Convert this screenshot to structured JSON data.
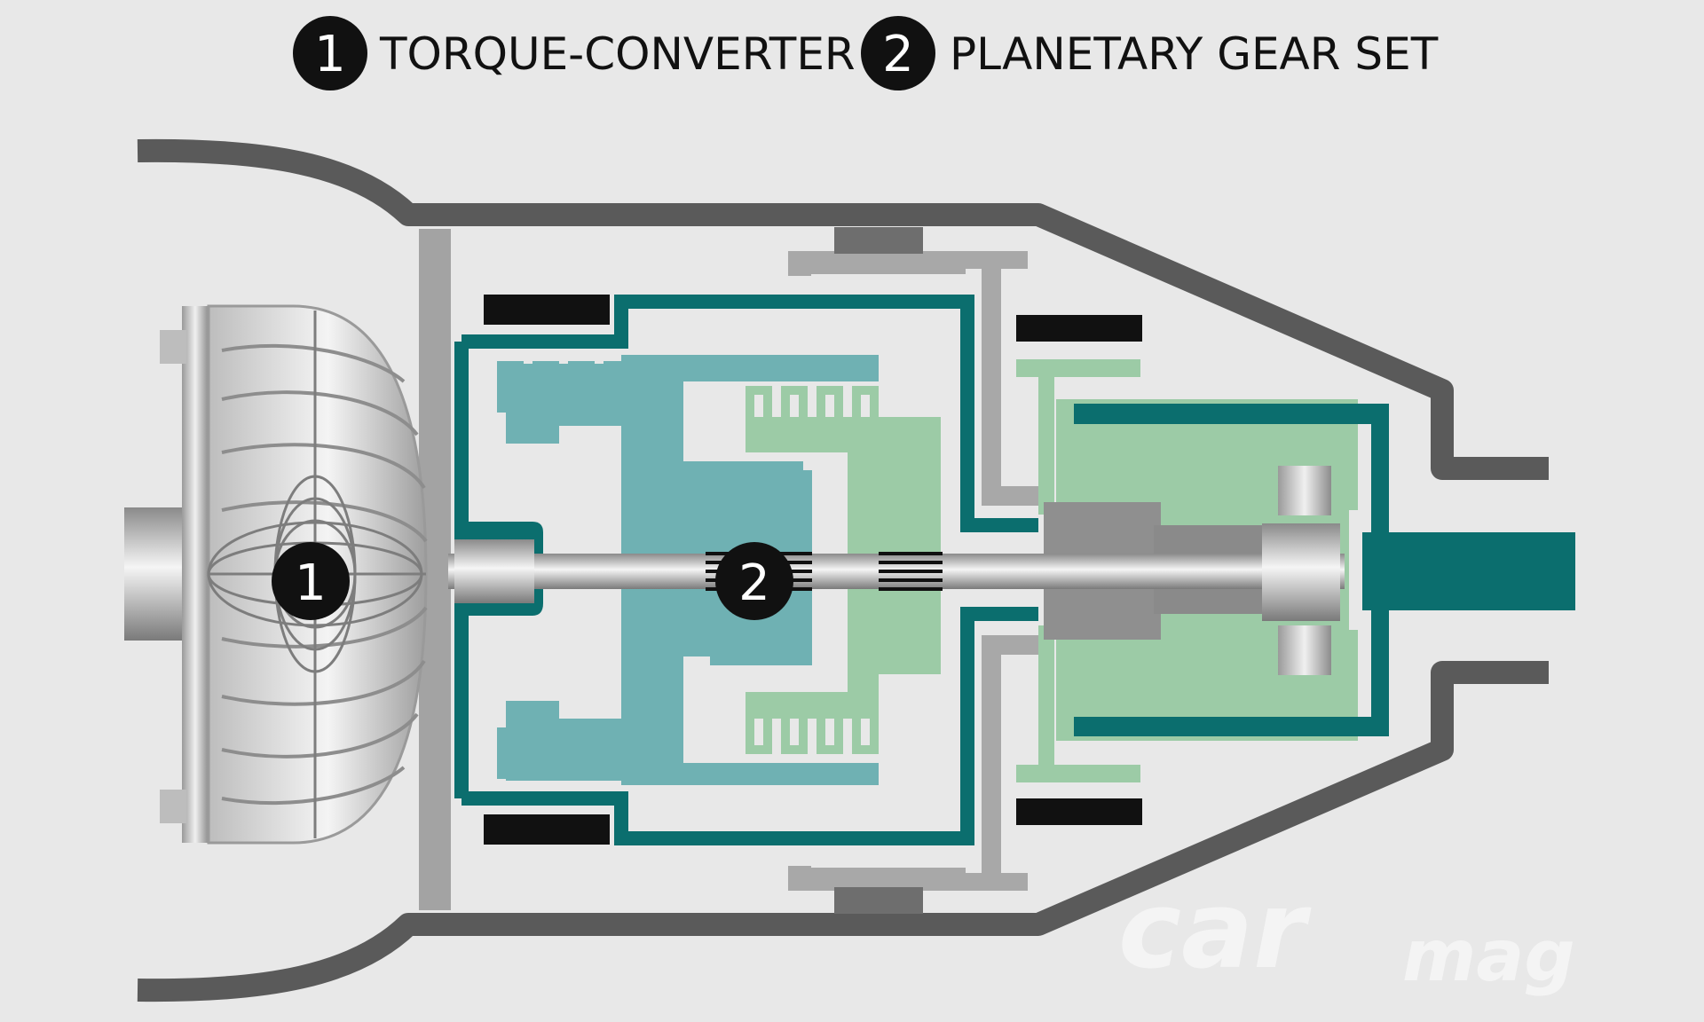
{
  "legend": {
    "item1": {
      "number": "1",
      "label": "TORQUE-CONVERTER"
    },
    "item2": {
      "number": "2",
      "label": "PLANETARY GEAR SET"
    }
  },
  "callouts": {
    "torque_converter": "1",
    "gear_set": "2"
  },
  "watermark": {
    "brand": "car",
    "suffix": "mag"
  },
  "colors": {
    "background": "#e8e8e8",
    "housing": "#5a5a5a",
    "teal_dark": "#0b6e6e",
    "teal_mid": "#6fb1b3",
    "green_light": "#9ccba6",
    "black": "#111111"
  }
}
